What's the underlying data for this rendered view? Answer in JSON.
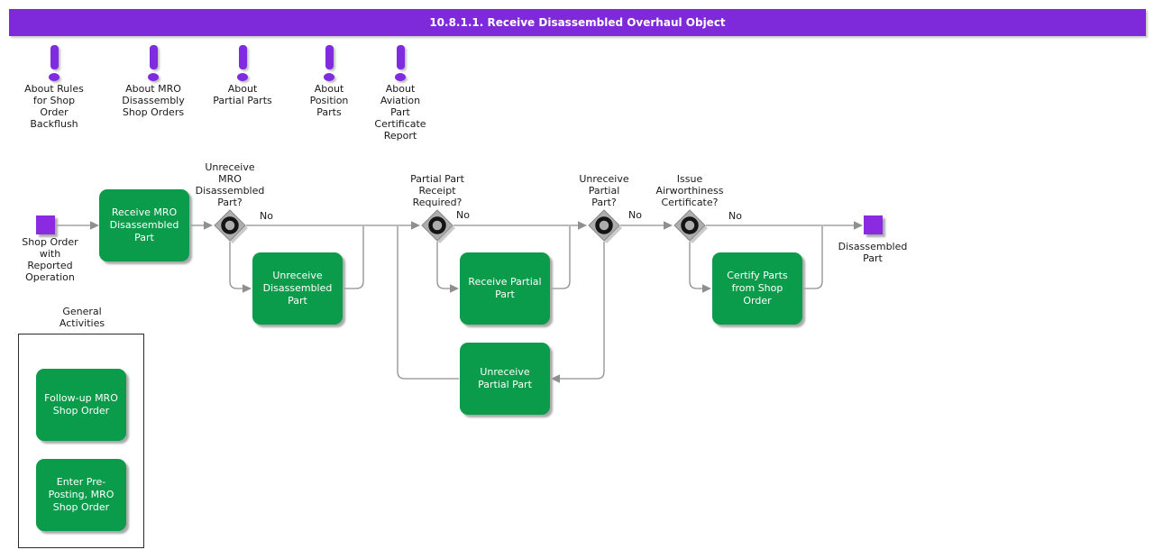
{
  "title": "10.8.1.1. Receive Disassembled Overhaul Object",
  "colors": {
    "header_purple": "#7E2ADA",
    "event_purple": "#8A2BE2",
    "activity_green": "#0A9B4B",
    "connector_gray": "#8F8F8F",
    "decision_gray": "#ADADAD"
  },
  "info_icons": [
    {
      "icon": "exclamation-icon",
      "label": "About Rules\nfor Shop\nOrder\nBackflush"
    },
    {
      "icon": "exclamation-icon",
      "label": "About MRO\nDisassembly\nShop Orders"
    },
    {
      "icon": "exclamation-icon",
      "label": "About\nPartial Parts"
    },
    {
      "icon": "exclamation-icon",
      "label": "About\nPosition\nParts"
    },
    {
      "icon": "exclamation-icon",
      "label": "About\nAviation\nPart\nCertificate\nReport"
    }
  ],
  "flow": {
    "start_event": {
      "label": "Shop Order\nwith\nReported\nOperation"
    },
    "end_event": {
      "label": "Disassembled\nPart"
    },
    "activities": [
      {
        "label": "Receive MRO\nDisassembled\nPart"
      },
      {
        "label": "Unreceive\nDisassembled\nPart"
      },
      {
        "label": "Receive Partial\nPart"
      },
      {
        "label": "Unreceive\nPartial Part"
      },
      {
        "label": "Certify Parts\nfrom Shop\nOrder"
      }
    ],
    "decisions": [
      {
        "label": "Unreceive\nMRO\nDisassembled\nPart?",
        "no_label": "No"
      },
      {
        "label": "Partial Part\nReceipt\nRequired?",
        "no_label": "No"
      },
      {
        "label": "Unreceive\nPartial\nPart?",
        "no_label": "No"
      },
      {
        "label": "Issue\nAirworthiness\nCertificate?",
        "no_label": "No"
      }
    ]
  },
  "general_activities": {
    "title": "General\nActivities",
    "items": [
      {
        "label": "Follow-up MRO\nShop Order"
      },
      {
        "label": "Enter Pre-\nPosting, MRO\nShop Order"
      }
    ]
  }
}
